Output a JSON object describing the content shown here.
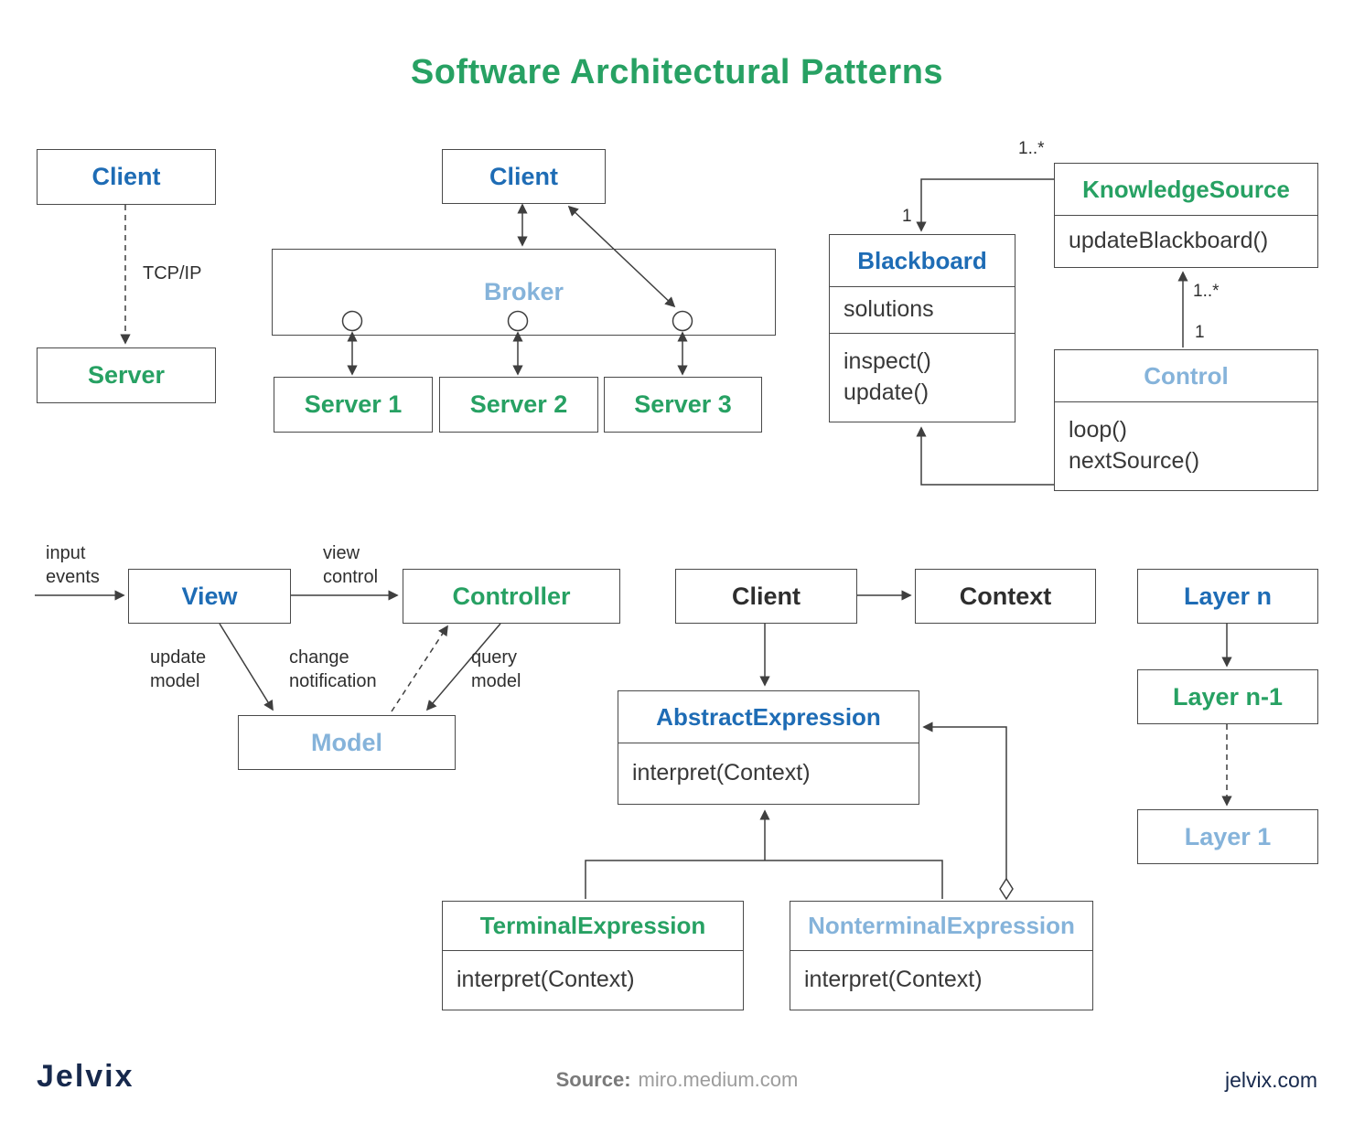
{
  "title": "Software Architectural Patterns",
  "client_server": {
    "client": "Client",
    "link": "TCP/IP",
    "server": "Server"
  },
  "broker": {
    "client": "Client",
    "broker": "Broker",
    "server1": "Server 1",
    "server2": "Server 2",
    "server3": "Server 3"
  },
  "blackboard": {
    "blackboard": {
      "name": "Blackboard",
      "attrs": "solutions",
      "ops": "inspect()\nupdate()"
    },
    "knowledge_source": {
      "name": "KnowledgeSource",
      "ops": "updateBlackboard()"
    },
    "control": {
      "name": "Control",
      "ops": "loop()\nnextSource()"
    },
    "mult_top": "1..*",
    "mult_blackboard": "1",
    "mult_right": "1..*",
    "mult_control": "1"
  },
  "mvc": {
    "input_events": "input\nevents",
    "view": "View",
    "view_control": "view\ncontrol",
    "controller": "Controller",
    "update_model": "update\nmodel",
    "change_notification": "change\nnotification",
    "query_model": "query\nmodel",
    "model": "Model"
  },
  "interpreter": {
    "client": "Client",
    "context": "Context",
    "abstract": {
      "name": "AbstractExpression",
      "ops": "interpret(Context)"
    },
    "terminal": {
      "name": "TerminalExpression",
      "ops": "interpret(Context)"
    },
    "nonterminal": {
      "name": "NonterminalExpression",
      "ops": "interpret(Context)"
    }
  },
  "layers": {
    "layer_n": "Layer n",
    "layer_n1": "Layer n-1",
    "layer_1": "Layer 1"
  },
  "footer": {
    "logo": "Jelvix",
    "source_label": "Source:",
    "source_value": "miro.medium.com",
    "site": "jelvix.com"
  },
  "colors": {
    "green": "#27A163",
    "blue": "#1E6CB5",
    "light_blue": "#85B3DA",
    "dark": "#2E2E2E"
  }
}
